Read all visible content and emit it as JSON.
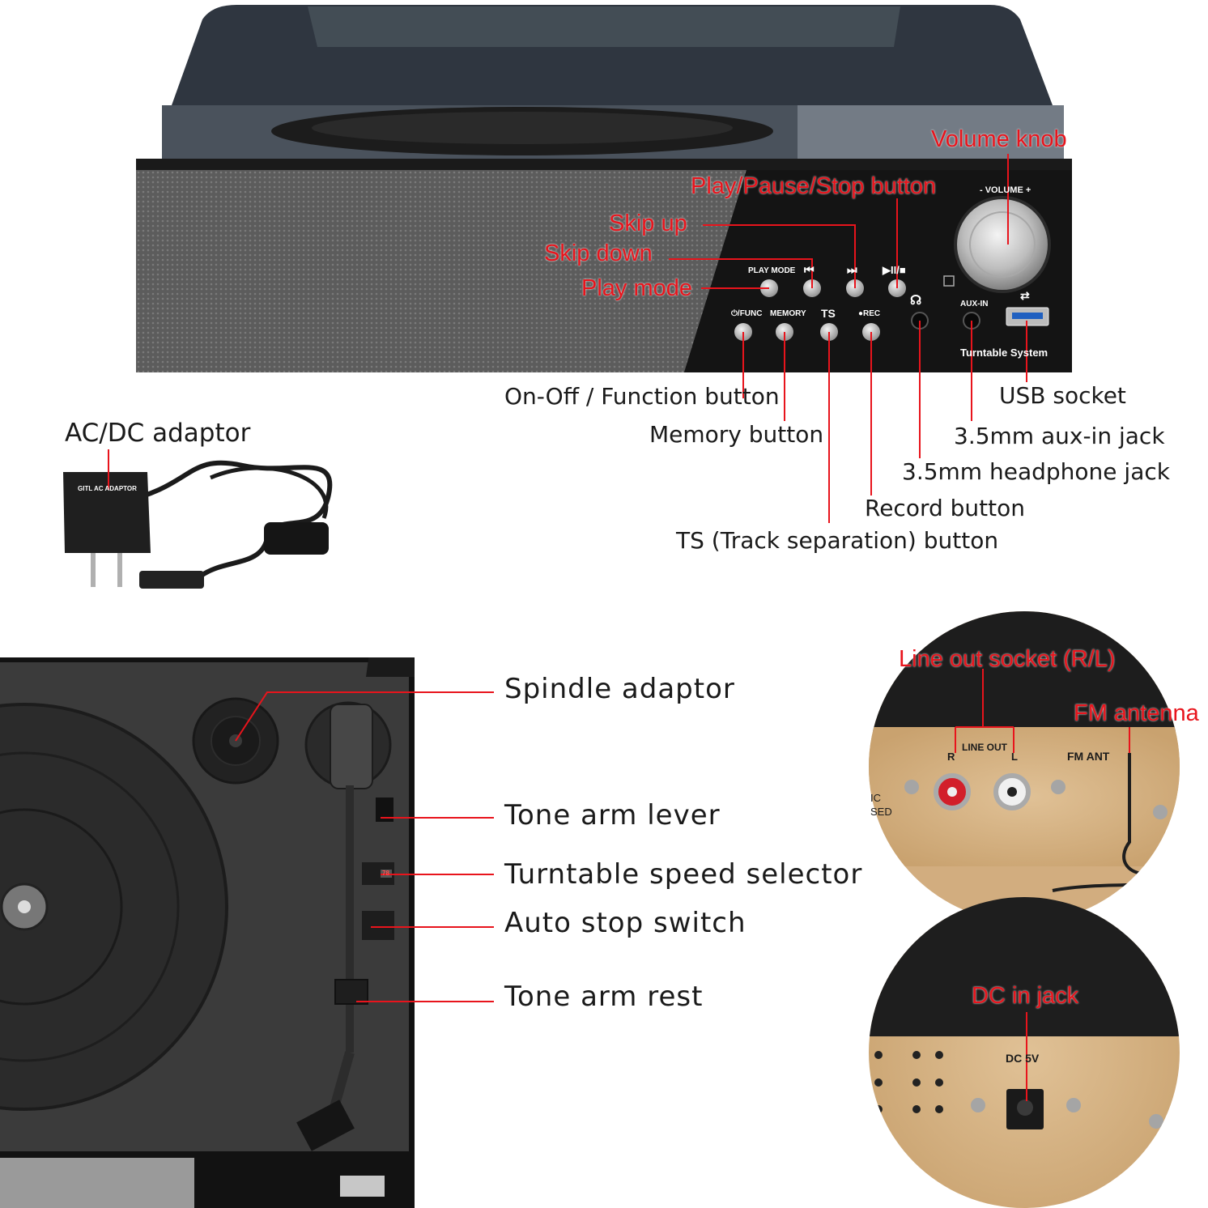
{
  "front_callouts": {
    "volume_knob": "Volume knob",
    "play_pause_stop": "Play/Pause/Stop button",
    "skip_up": "Skip up",
    "skip_down": "Skip down",
    "play_mode": "Play mode",
    "on_off_function": "On-Off / Function button",
    "memory": "Memory button",
    "ts": "TS (Track separation) button",
    "record": "Record button",
    "headphone": "3.5mm headphone jack",
    "aux_in": "3.5mm aux-in jack",
    "usb": "USB socket"
  },
  "panel_labels": {
    "volume": "- VOLUME +",
    "play_mode": "PLAY MODE",
    "skip_down_icon": "⏮",
    "skip_up_icon": "⏭",
    "play_pause_icon": "▶II/■",
    "func": "⏻/FUNC",
    "memory": "MEMORY",
    "ts": "TS",
    "rec": "●REC",
    "aux_in": "AUX-IN",
    "turntable_system": "Turntable System"
  },
  "adaptor_label": "AC/DC adaptor",
  "adaptor_brand": "GITL AC ADAPTOR",
  "top_callouts": {
    "spindle": "Spindle adaptor",
    "lever": "Tone arm lever",
    "speed": "Turntable speed selector",
    "auto_stop": "Auto stop switch",
    "arm_rest": "Tone arm rest"
  },
  "speed_mark": "78",
  "back_callouts": {
    "line_out": "Line out socket (R/L)",
    "fm_antenna": "FM antenna",
    "dc_in": "DC in jack"
  },
  "back_labels": {
    "line_out": "LINE OUT",
    "r": "R",
    "l": "L",
    "fm_ant": "FM ANT",
    "dc": "DC 5V",
    "fragment": "IC\nSED"
  },
  "colors": {
    "callout_red": "#e8141c",
    "panel_black": "#161616",
    "grille_gray": "#6b6b6b",
    "wood": "#d8b58a"
  }
}
